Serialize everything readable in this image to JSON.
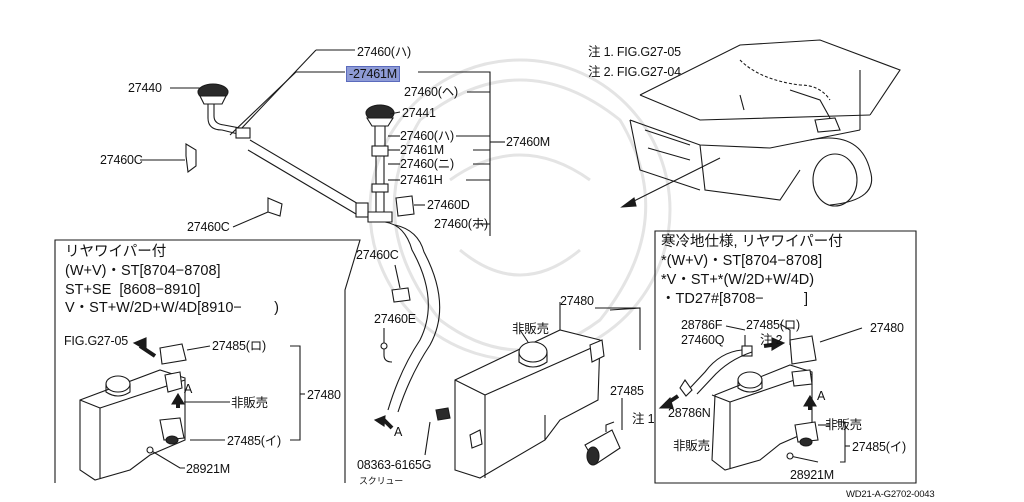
{
  "notes": {
    "note1": "注 1. FIG.G27-05",
    "note2": "注 2. FIG.G27-04"
  },
  "parts": {
    "p27460_ha_top": "27460(ハ)",
    "p27461M_top": "-27461M",
    "p27440": "27440",
    "p27460_he": "27460(ヘ)",
    "p27441": "27441",
    "p27460C_a": "27460C",
    "p27460_ha_mid": "27460(ハ)",
    "p27461M_mid": "27461M",
    "p27460_ni": "27460(ニ)",
    "p27461H": "27461H",
    "p27460M": "27460M",
    "p27460D": "27460D",
    "p27460_ho": "27460(ホ)",
    "p27460C_b": "27460C",
    "p27460C_c": "27460C",
    "p27460E": "27460E",
    "p27480_center": "27480",
    "hihanbai_center": "非販売",
    "p27485_center": "27485",
    "note_marker": "注 1",
    "a_center": "A",
    "p08363": "08363-6165G",
    "screw": "スクリュー"
  },
  "left_box": {
    "title": "リヤワイパー付",
    "line2": "(W+V)・ST[8704−8708]",
    "line3": "ST+SE  [8608−8910]",
    "line4": "V・ST+W/2D+W/4D[8910−        )",
    "fig": "FIG.G27-05",
    "p27485_ro": "27485(ロ)",
    "p27480": "27480",
    "hihanbai": "非販売",
    "a": "A",
    "p27485_i": "27485(イ)",
    "p28921M": "28921M"
  },
  "right_box": {
    "title": "寒冷地仕様, リヤワイパー付",
    "line2": "*(W+V)・ST[8704−8708]",
    "line3": "*V・ST+*(W/2D+W/4D)",
    "line4": "・TD27#[8708−          ]",
    "p28786F": "28786F",
    "p27485_ro": "27485(ロ)",
    "p27480": "27480",
    "p27460Q": "27460Q",
    "note2": "注 2",
    "p28786N": "28786N",
    "a": "A",
    "hihanbai1": "非販売",
    "hihanbai2": "非販売",
    "p27485_i": "27485(イ)",
    "p28921M": "28921M"
  },
  "footer": {
    "code": "WD21-A-G2702-0043"
  },
  "colors": {
    "line": "#1a1a1a",
    "highlight": "#8e9bd6",
    "watermark": "#e6e6e6"
  }
}
